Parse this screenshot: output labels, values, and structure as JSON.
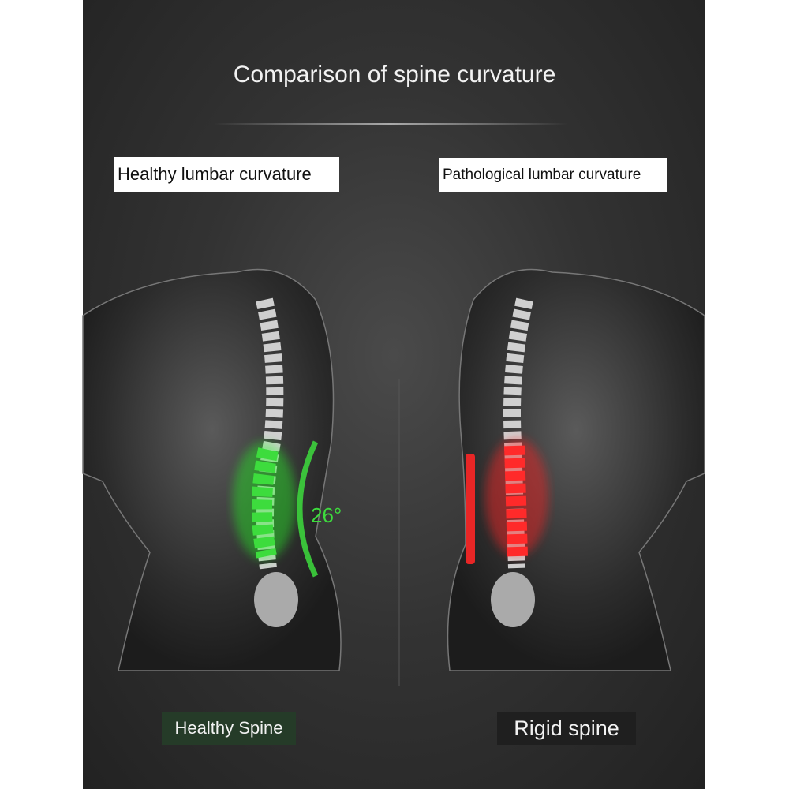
{
  "title": "Comparison of spine curvature",
  "left_panel": {
    "label": "Healthy lumbar curvature",
    "angle": "26°",
    "caption": "Healthy Spine",
    "highlight_color": "#3ddc3d"
  },
  "right_panel": {
    "label": "Pathological lumbar curvature",
    "caption": "Rigid spine",
    "highlight_color": "#ff2a2a"
  }
}
